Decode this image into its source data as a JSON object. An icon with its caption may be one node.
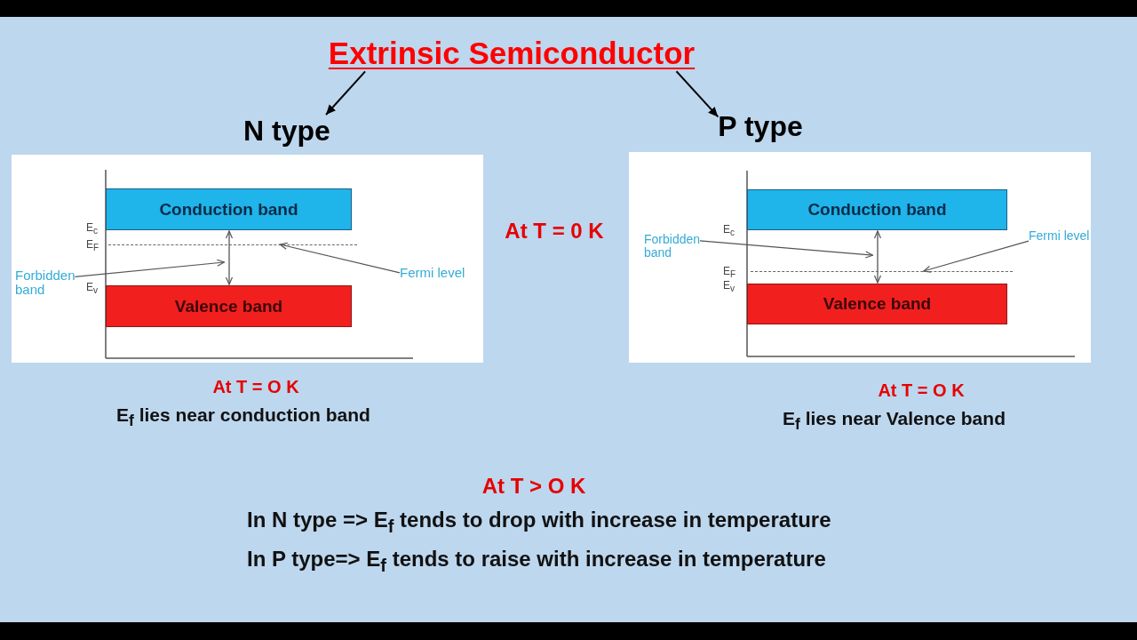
{
  "diagram": {
    "nodes": [
      {
        "text": [
          "Extrinsic Semiconductor"
        ]
      },
      {
        "text": [
          "N type"
        ]
      },
      {
        "text": [
          "P type"
        ]
      },
      {
        "text": [],
        "shape": "box"
      },
      {
        "text": [
          "Conduction band"
        ],
        "in": 3,
        "beside": [
          "E$_{c}$"
        ]
      },
      {
        "text": [],
        "shape": "line",
        "in": 3,
        "beside": [
          "E$_{F}$"
        ]
      },
      {
        "text": [],
        "shape": "arrow",
        "in": 3
      },
      {
        "text": [
          "Forbidden band"
        ],
        "in": 3
      },
      {
        "text": [
          "Fermi level"
        ],
        "in": 3
      },
      {
        "text": [
          "Valence band"
        ],
        "in": 3,
        "beside": [
          "E$_{v}$"
        ]
      },
      {
        "text": [],
        "shape": "box"
      },
      {
        "text": [
          "Conduction band"
        ],
        "in": 10,
        "beside": [
          "E$_{c}$"
        ]
      },
      {
        "text": [
          "Forbidden band"
        ],
        "in": 10
      },
      {
        "text": [
          "Fermi level"
        ],
        "in": 10
      },
      {
        "text": [],
        "shape": "arrow",
        "in": 10
      },
      {
        "text": [],
        "shape": "line",
        "in": 10,
        "beside": [
          "E$_{F}$"
        ]
      },
      {
        "text": [
          "Valence band"
        ],
        "in": 10,
        "beside": [
          "E$_{v}$"
        ]
      }
    ],
    "edges": [
      {
        "from": 0,
        "to": 1,
        "arrow": "to",
        "color": "#000000"
      },
      {
        "from": 0,
        "to": 2,
        "arrow": "to",
        "color": "#000000"
      },
      {
        "from": 7,
        "to": 6,
        "arrow": "to"
      },
      {
        "from": 8,
        "to": 5,
        "arrow": "to"
      },
      {
        "from": 12,
        "to": 14,
        "arrow": "to"
      },
      {
        "from": 13,
        "to": 15,
        "arrow": "to"
      }
    ],
    "labels": [
      "At T = 0 K",
      "At T = O K",
      "E$_{f}$ lies near conduction band",
      "At T = O K",
      "E$_{f}$ lies near Valence band",
      "At T > O K",
      "In N type => E$_{f}$ tends to drop with increase in temperature",
      "In P type=> E$_{f}$ tends to raise with increase in temperature"
    ]
  }
}
